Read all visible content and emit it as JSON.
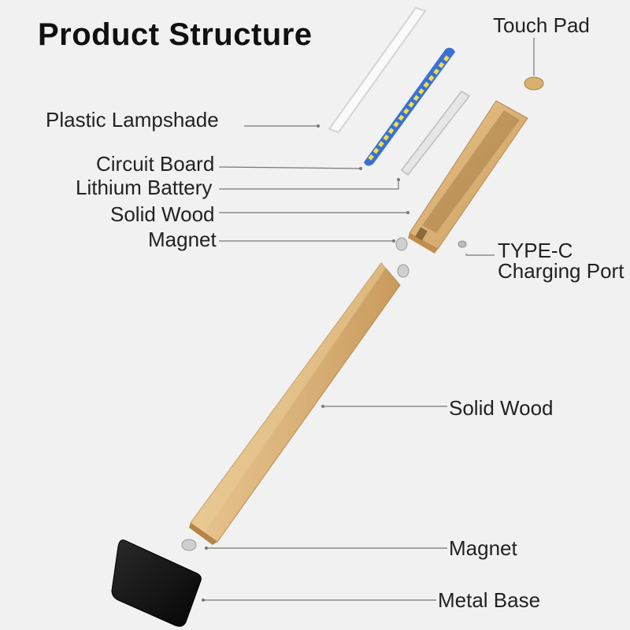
{
  "title": "Product Structure",
  "labels": {
    "touch_pad": "Touch Pad",
    "plastic_lampshade": "Plastic Lampshade",
    "circuit_board": "Circuit Board",
    "lithium_battery": "Lithium Battery",
    "solid_wood_top": "Solid Wood",
    "magnet_top": "Magnet",
    "type_c_line1": "TYPE-C",
    "type_c_line2": "Charging Port",
    "solid_wood_main": "Solid Wood",
    "magnet_bottom": "Magnet",
    "metal_base": "Metal Base"
  },
  "colors": {
    "background": "#f1f1f1",
    "wood": "#d9b27a",
    "wood_dark": "#b88a4e",
    "circuit_blue": "#3a6fd8",
    "led_yellow": "#f0e040",
    "metal_base": "#151515",
    "leader_line": "#777777"
  }
}
